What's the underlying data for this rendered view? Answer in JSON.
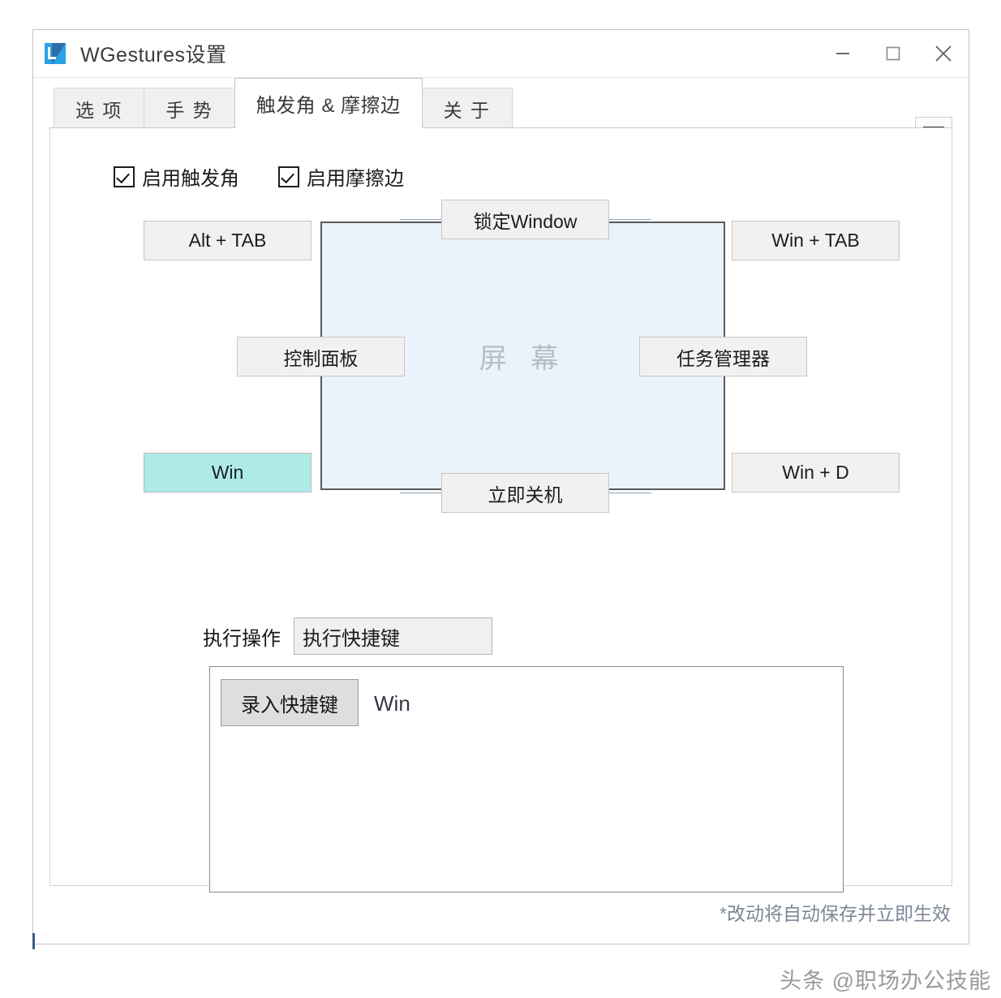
{
  "window": {
    "title": "WGestures设置",
    "logo_icon": "wgestures-logo-icon",
    "controls": {
      "minimize": "minimize-icon",
      "maximize": "maximize-icon",
      "close": "close-icon"
    }
  },
  "tabs": [
    {
      "label": "选 项",
      "active": false
    },
    {
      "label": "手 势",
      "active": false
    },
    {
      "label": "触发角 & 摩擦边",
      "active": true
    },
    {
      "label": "关 于",
      "active": false
    }
  ],
  "menu_button": {
    "icon": "hamburger-menu-icon"
  },
  "checkboxes": [
    {
      "label": "启用触发角",
      "checked": true
    },
    {
      "label": "启用摩擦边",
      "checked": true
    }
  ],
  "diagram": {
    "center_label": "屏 幕",
    "corners": {
      "top_left": {
        "label": "Alt + TAB",
        "selected": false
      },
      "top_right": {
        "label": "Win + TAB",
        "selected": false
      },
      "bottom_left": {
        "label": "Win",
        "selected": true
      },
      "bottom_right": {
        "label": "Win + D",
        "selected": false
      }
    },
    "edges": {
      "top": {
        "label": "锁定Window",
        "selected": false
      },
      "left": {
        "label": "控制面板",
        "selected": false
      },
      "right": {
        "label": "任务管理器",
        "selected": false
      },
      "bottom": {
        "label": "立即关机",
        "selected": false
      }
    },
    "selected_color": "#aeeae8",
    "screen_fill": "#eaf3fc"
  },
  "action": {
    "label": "执行操作",
    "selected_option": "执行快捷键",
    "chevron_icon": "chevron-down-icon"
  },
  "shortcut": {
    "record_button_label": "录入快捷键",
    "value": "Win"
  },
  "footer": {
    "note": "*改动将自动保存并立即生效"
  },
  "watermark": {
    "text": "头条 @职场办公技能"
  }
}
